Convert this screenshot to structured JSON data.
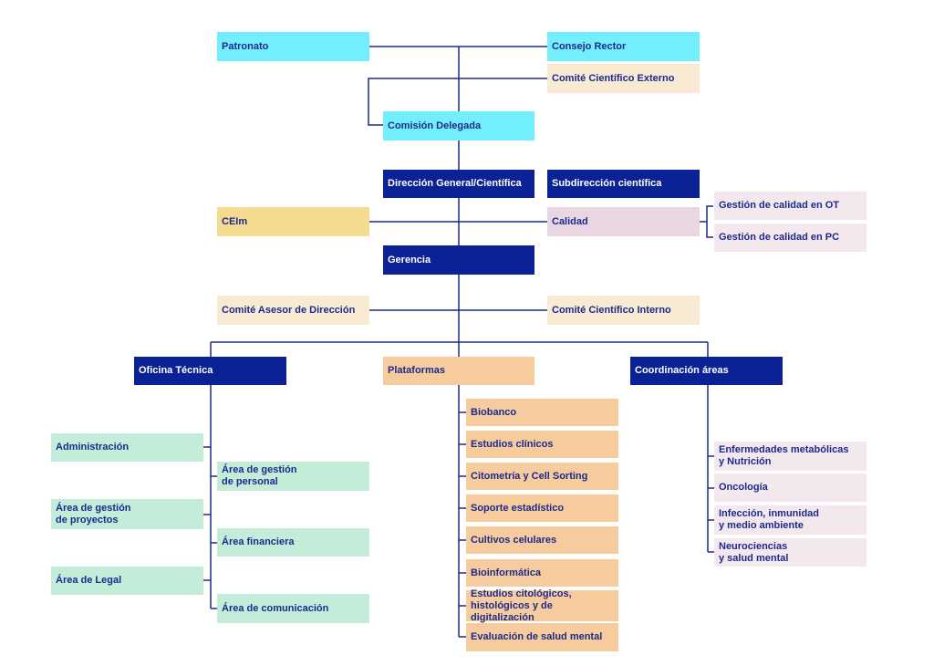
{
  "top": {
    "patronato": "Patronato",
    "consejo_rector": "Consejo Rector",
    "comite_cientifico_externo": "Comité Científico Externo",
    "comision_delegada": "Comisión Delegada",
    "direccion_general": "Dirección General/Científica",
    "subdireccion_cientifica": "Subdirección científica",
    "ceim": "CEIm",
    "calidad": "Calidad",
    "gestion_calidad_ot": "Gestión de calidad en OT",
    "gestion_calidad_pc": "Gestión de calidad en PC",
    "gerencia": "Gerencia",
    "comite_asesor": "Comité Asesor de Dirección",
    "comite_cientifico_interno": "Comité Científico Interno"
  },
  "oficina": {
    "title": "Oficina Técnica",
    "left": [
      "Administración",
      "Área de gestión\nde proyectos",
      "Área de Legal"
    ],
    "right": [
      "Área de gestión\nde personal",
      "Área financiera",
      "Área de comunicación"
    ]
  },
  "plataformas": {
    "title": "Plataformas",
    "items": [
      "Biobanco",
      "Estudios clínicos",
      "Citometría y Cell Sorting",
      "Soporte estadístico",
      "Cultivos celulares",
      "Bioinformática",
      "Estudios citológicos,\nhistológicos y de digitalización",
      "Evaluación de salud mental"
    ]
  },
  "coordinacion": {
    "title": "Coordinación áreas",
    "items": [
      "Enfermedades metabólicas\ny Nutrición",
      "Oncología",
      "Infección, inmunidad\ny medio ambiente",
      "Neurociencias\ny salud mental"
    ]
  },
  "colors": {
    "dark_blue": "#0b2196",
    "cyan": "#73eefc",
    "peach": "#f8ead3",
    "orange": "#f6cb9d",
    "gold": "#f5db8f",
    "pink": "#ead6e2",
    "light_pink": "#f3e8ee",
    "mint": "#c3ecd9",
    "connector": "#1c2a8c"
  }
}
